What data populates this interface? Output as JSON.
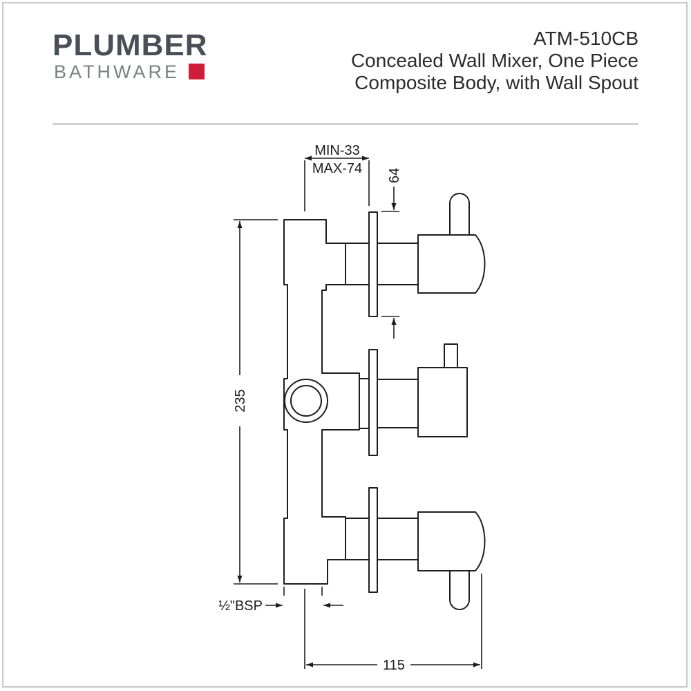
{
  "brand": {
    "top": "PLUMBER",
    "bottom": "BATHWARE",
    "accent_color": "#cf1e3a",
    "text_color": "#4a4f57"
  },
  "title": {
    "code": "ATM-510CB",
    "line1": "Concealed Wall Mixer, One Piece",
    "line2": "Composite Body, with Wall Spout"
  },
  "dimensions": {
    "depth_min": "MIN-33",
    "depth_max": "MAX-74",
    "handle_clearance": "64",
    "height": "235",
    "connection": "½\"BSP",
    "width": "115"
  }
}
